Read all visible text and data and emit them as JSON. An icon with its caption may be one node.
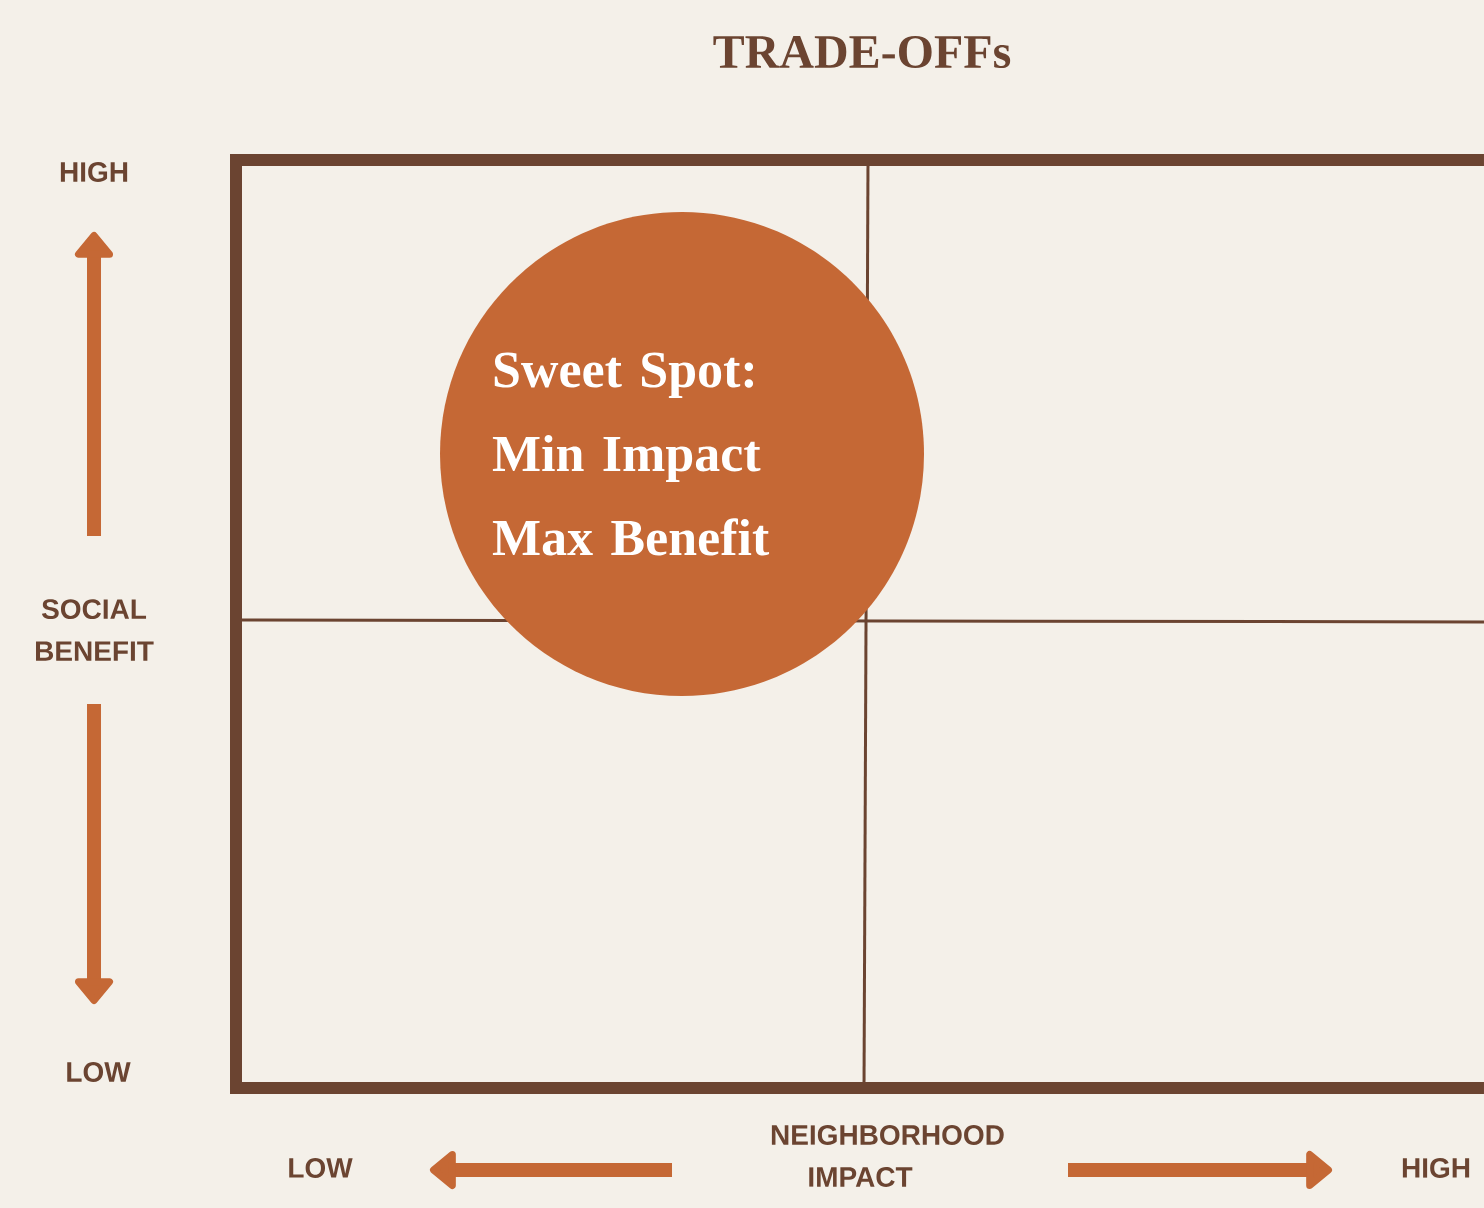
{
  "diagram": {
    "title": "TRADE-OFFs",
    "nodes": [
      {
        "text": [
          "Sweet Spot: Min Impact Max Benefit"
        ]
      }
    ],
    "labels": [
      "HIGH",
      "SOCIAL BENEFIT",
      "LOW",
      "LOW",
      "NEIGHBORHOOD IMPACT",
      "HIGH"
    ]
  }
}
